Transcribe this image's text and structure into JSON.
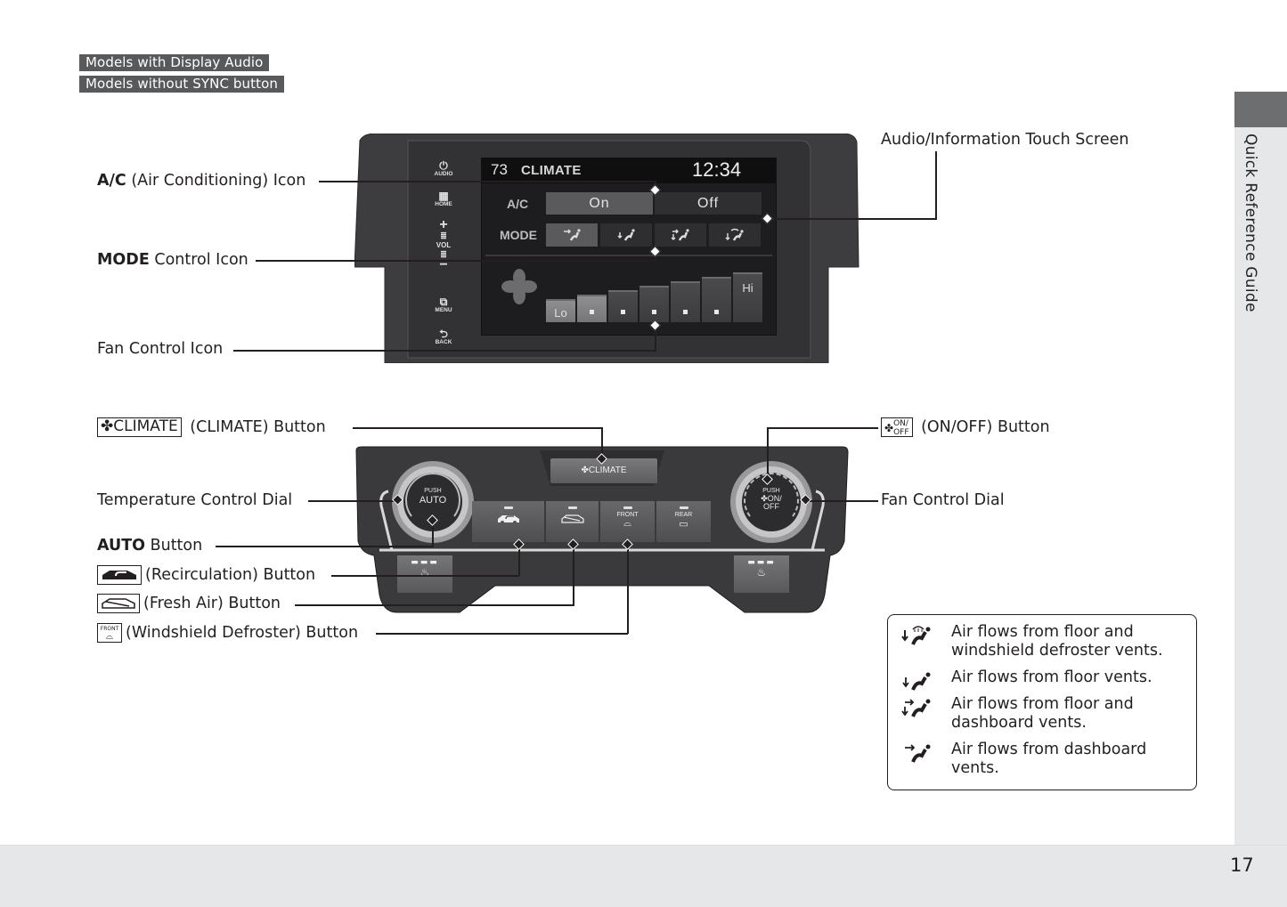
{
  "model_tags": [
    "Models with Display Audio",
    "Models without SYNC button"
  ],
  "side_tab": {
    "label": "Quick Reference Guide"
  },
  "page_number": "17",
  "touch_screen": {
    "callout": "Audio/Information Touch Screen",
    "side_buttons": [
      {
        "icon": "power-icon",
        "label": "AUDIO"
      },
      {
        "icon": "home-grid-icon",
        "label": "HOME"
      },
      {
        "icon": "plus-icon",
        "label": "VOL"
      },
      {
        "icon": "menu-icon",
        "label": "MENU"
      },
      {
        "icon": "back-arrow-icon",
        "label": "BACK"
      }
    ],
    "display": {
      "temperature": "73",
      "title": "CLIMATE",
      "time": "12:34",
      "ac_label": "A/C",
      "ac_on": "On",
      "ac_off": "Off",
      "ac_selected": "On",
      "mode_label": "MODE",
      "mode_options": [
        "dashboard-vents",
        "floor-vents",
        "floor-and-dashboard-vents",
        "floor-and-defroster-vents"
      ],
      "mode_selected_index": 0,
      "fan_levels": [
        "Lo",
        "",
        "",
        "",
        "",
        "",
        "Hi"
      ],
      "fan_level_active": 2,
      "fan_level_total": 7
    }
  },
  "callouts_left_top": [
    {
      "bold": "A/C",
      "text": " (Air Conditioning) Icon"
    },
    {
      "bold": "MODE",
      "text": " Control Icon"
    },
    {
      "bold": "",
      "text": "Fan Control Icon"
    }
  ],
  "climate_panel": {
    "climate_button": "CLIMATE",
    "left_dial": {
      "push": "PUSH",
      "label": "AUTO"
    },
    "right_dial": {
      "push": "PUSH",
      "label_top": "ON/",
      "label_bottom": "OFF"
    },
    "buttons": [
      {
        "name": "recirculation",
        "label": ""
      },
      {
        "name": "fresh-air",
        "label": ""
      },
      {
        "name": "front-defroster",
        "label": "FRONT"
      },
      {
        "name": "rear-defroster",
        "label": "REAR"
      }
    ]
  },
  "callouts_left_bottom": {
    "climate": {
      "icon_text": "CLIMATE",
      "text": " (CLIMATE) Button"
    },
    "temp_dial": "Temperature Control Dial",
    "auto": {
      "bold": "AUTO",
      "text": " Button"
    },
    "recirculation": "(Recirculation) Button",
    "fresh_air": "(Fresh Air) Button",
    "defroster": {
      "icon_text": "FRONT",
      "text": "(Windshield Defroster) Button"
    }
  },
  "callouts_right_bottom": {
    "on_off": {
      "icon_top": "ON/",
      "icon_bottom": "OFF",
      "text": " (ON/OFF) Button"
    },
    "fan_dial": "Fan Control Dial"
  },
  "airflow_legend": [
    {
      "icon": "floor-defroster-airflow-icon",
      "text": "Air flows from floor and\nwindshield defroster vents."
    },
    {
      "icon": "floor-airflow-icon",
      "text": "Air flows from floor vents."
    },
    {
      "icon": "floor-dashboard-airflow-icon",
      "text": "Air flows from floor and\ndashboard vents."
    },
    {
      "icon": "dashboard-airflow-icon",
      "text": "Air flows from dashboard\nvents."
    }
  ]
}
